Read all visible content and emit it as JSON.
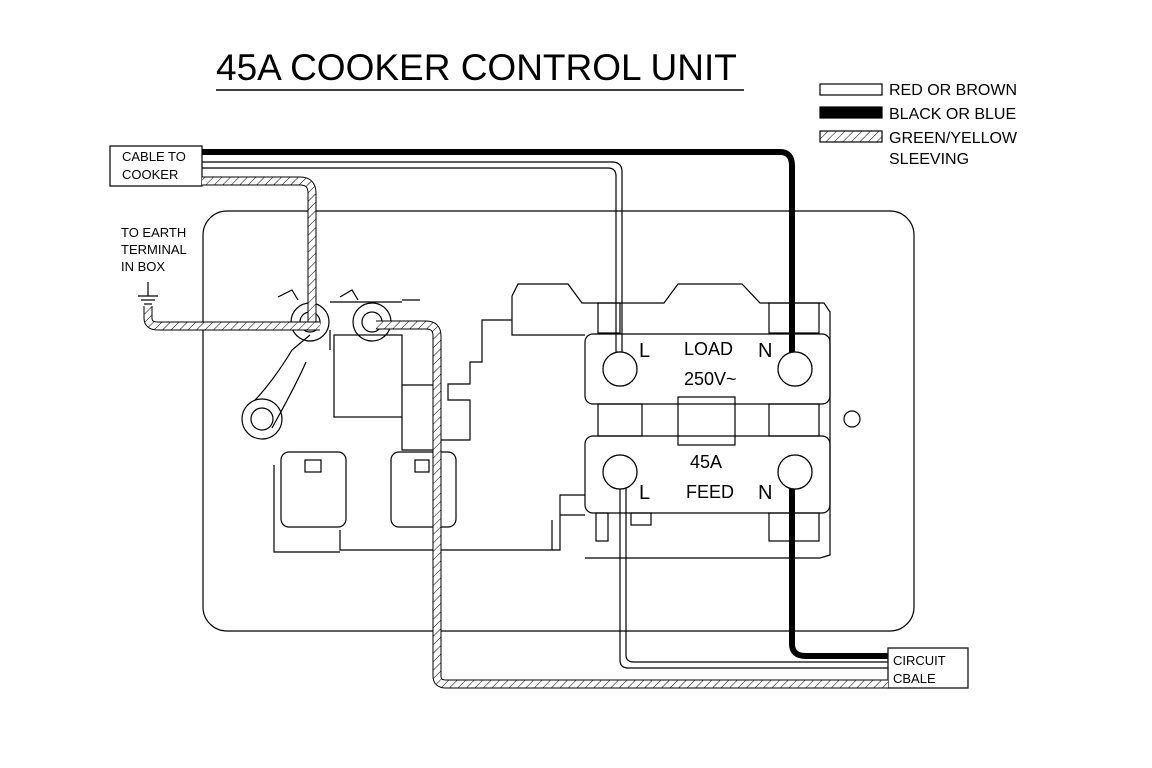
{
  "diagram": {
    "title": "45A COOKER CONTROL UNIT",
    "legend": [
      {
        "key": "live",
        "text": "RED OR BROWN"
      },
      {
        "key": "neutral",
        "text": "BLACK OR BLUE"
      },
      {
        "key": "earth",
        "text": "GREEN/YELLOW",
        "text2": "SLEEVING"
      }
    ],
    "labels": {
      "cable_to_cooker": [
        "CABLE TO",
        "COOKER"
      ],
      "earth_terminal": [
        "TO EARTH",
        "TERMINAL",
        "IN BOX"
      ],
      "circuit_cable": [
        "CIRCUIT",
        "CBALE"
      ],
      "load_l": "L",
      "load_text": "LOAD",
      "load_n": "N",
      "voltage": "250V~",
      "rating": "45A",
      "feed_l": "L",
      "feed_text": "FEED",
      "feed_n": "N"
    },
    "colors": {
      "line": "#000000",
      "background": "#ffffff"
    }
  }
}
